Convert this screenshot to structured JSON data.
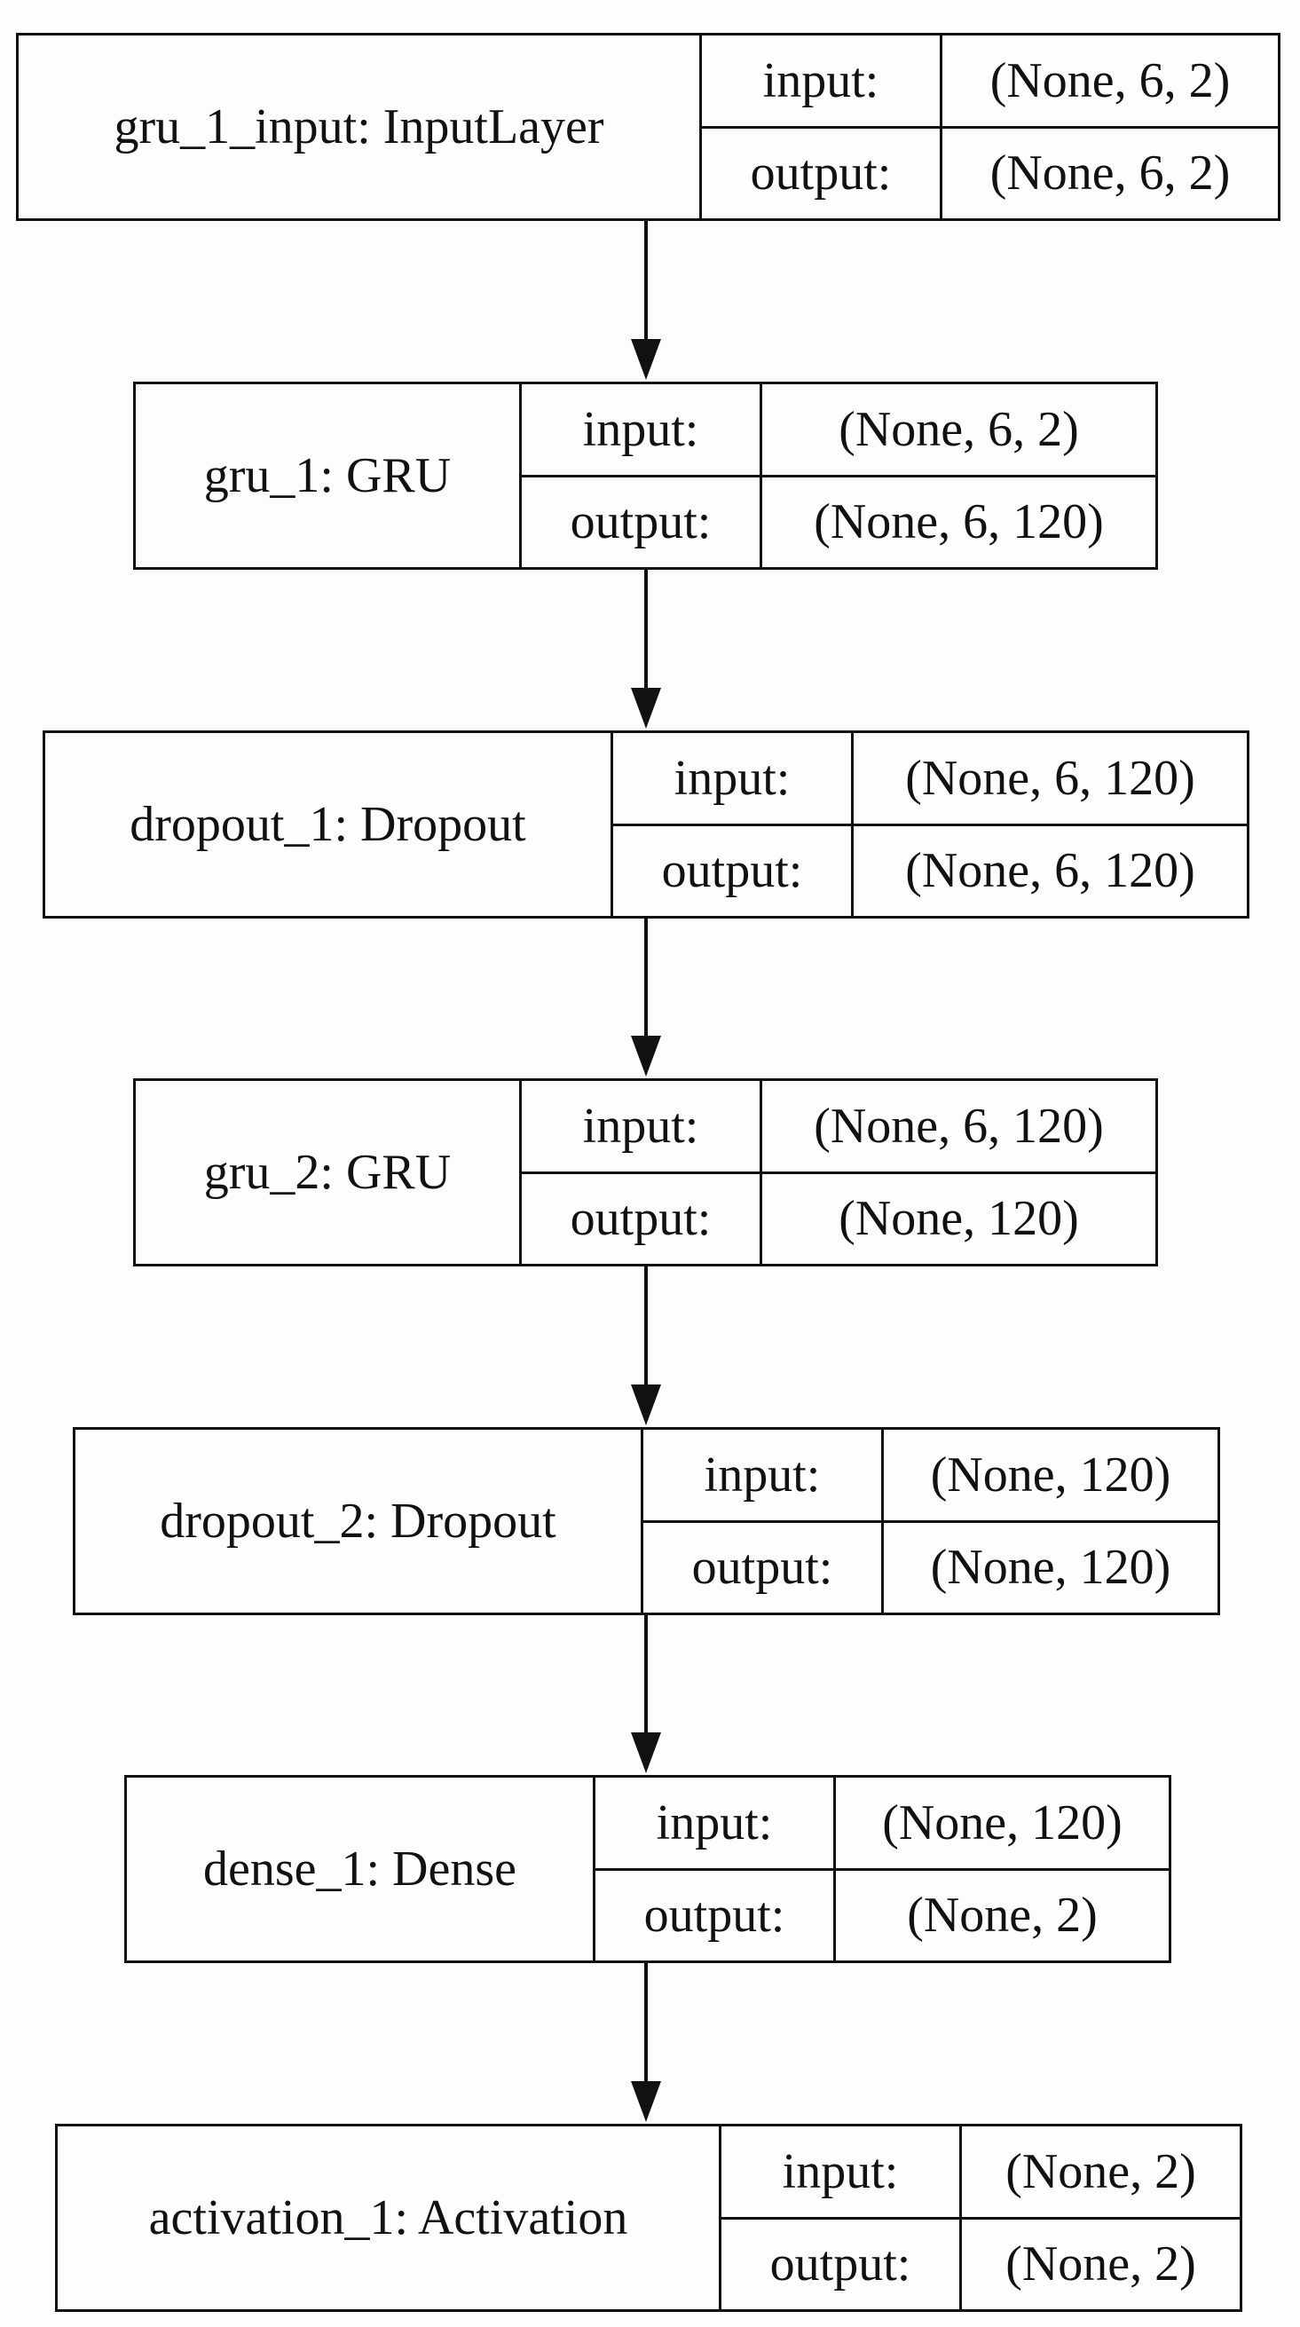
{
  "io_labels": {
    "input": "input:",
    "output": "output:"
  },
  "layers": [
    {
      "name": "gru_1_input: InputLayer",
      "input": "(None, 6, 2)",
      "output": "(None, 6, 2)"
    },
    {
      "name": "gru_1: GRU",
      "input": "(None, 6, 2)",
      "output": "(None, 6, 120)"
    },
    {
      "name": "dropout_1: Dropout",
      "input": "(None, 6, 120)",
      "output": "(None, 6, 120)"
    },
    {
      "name": "gru_2: GRU",
      "input": "(None, 6, 120)",
      "output": "(None, 120)"
    },
    {
      "name": "dropout_2: Dropout",
      "input": "(None, 120)",
      "output": "(None, 120)"
    },
    {
      "name": "dense_1: Dense",
      "input": "(None, 120)",
      "output": "(None, 2)"
    },
    {
      "name": "activation_1: Activation",
      "input": "(None, 2)",
      "output": "(None, 2)"
    }
  ]
}
